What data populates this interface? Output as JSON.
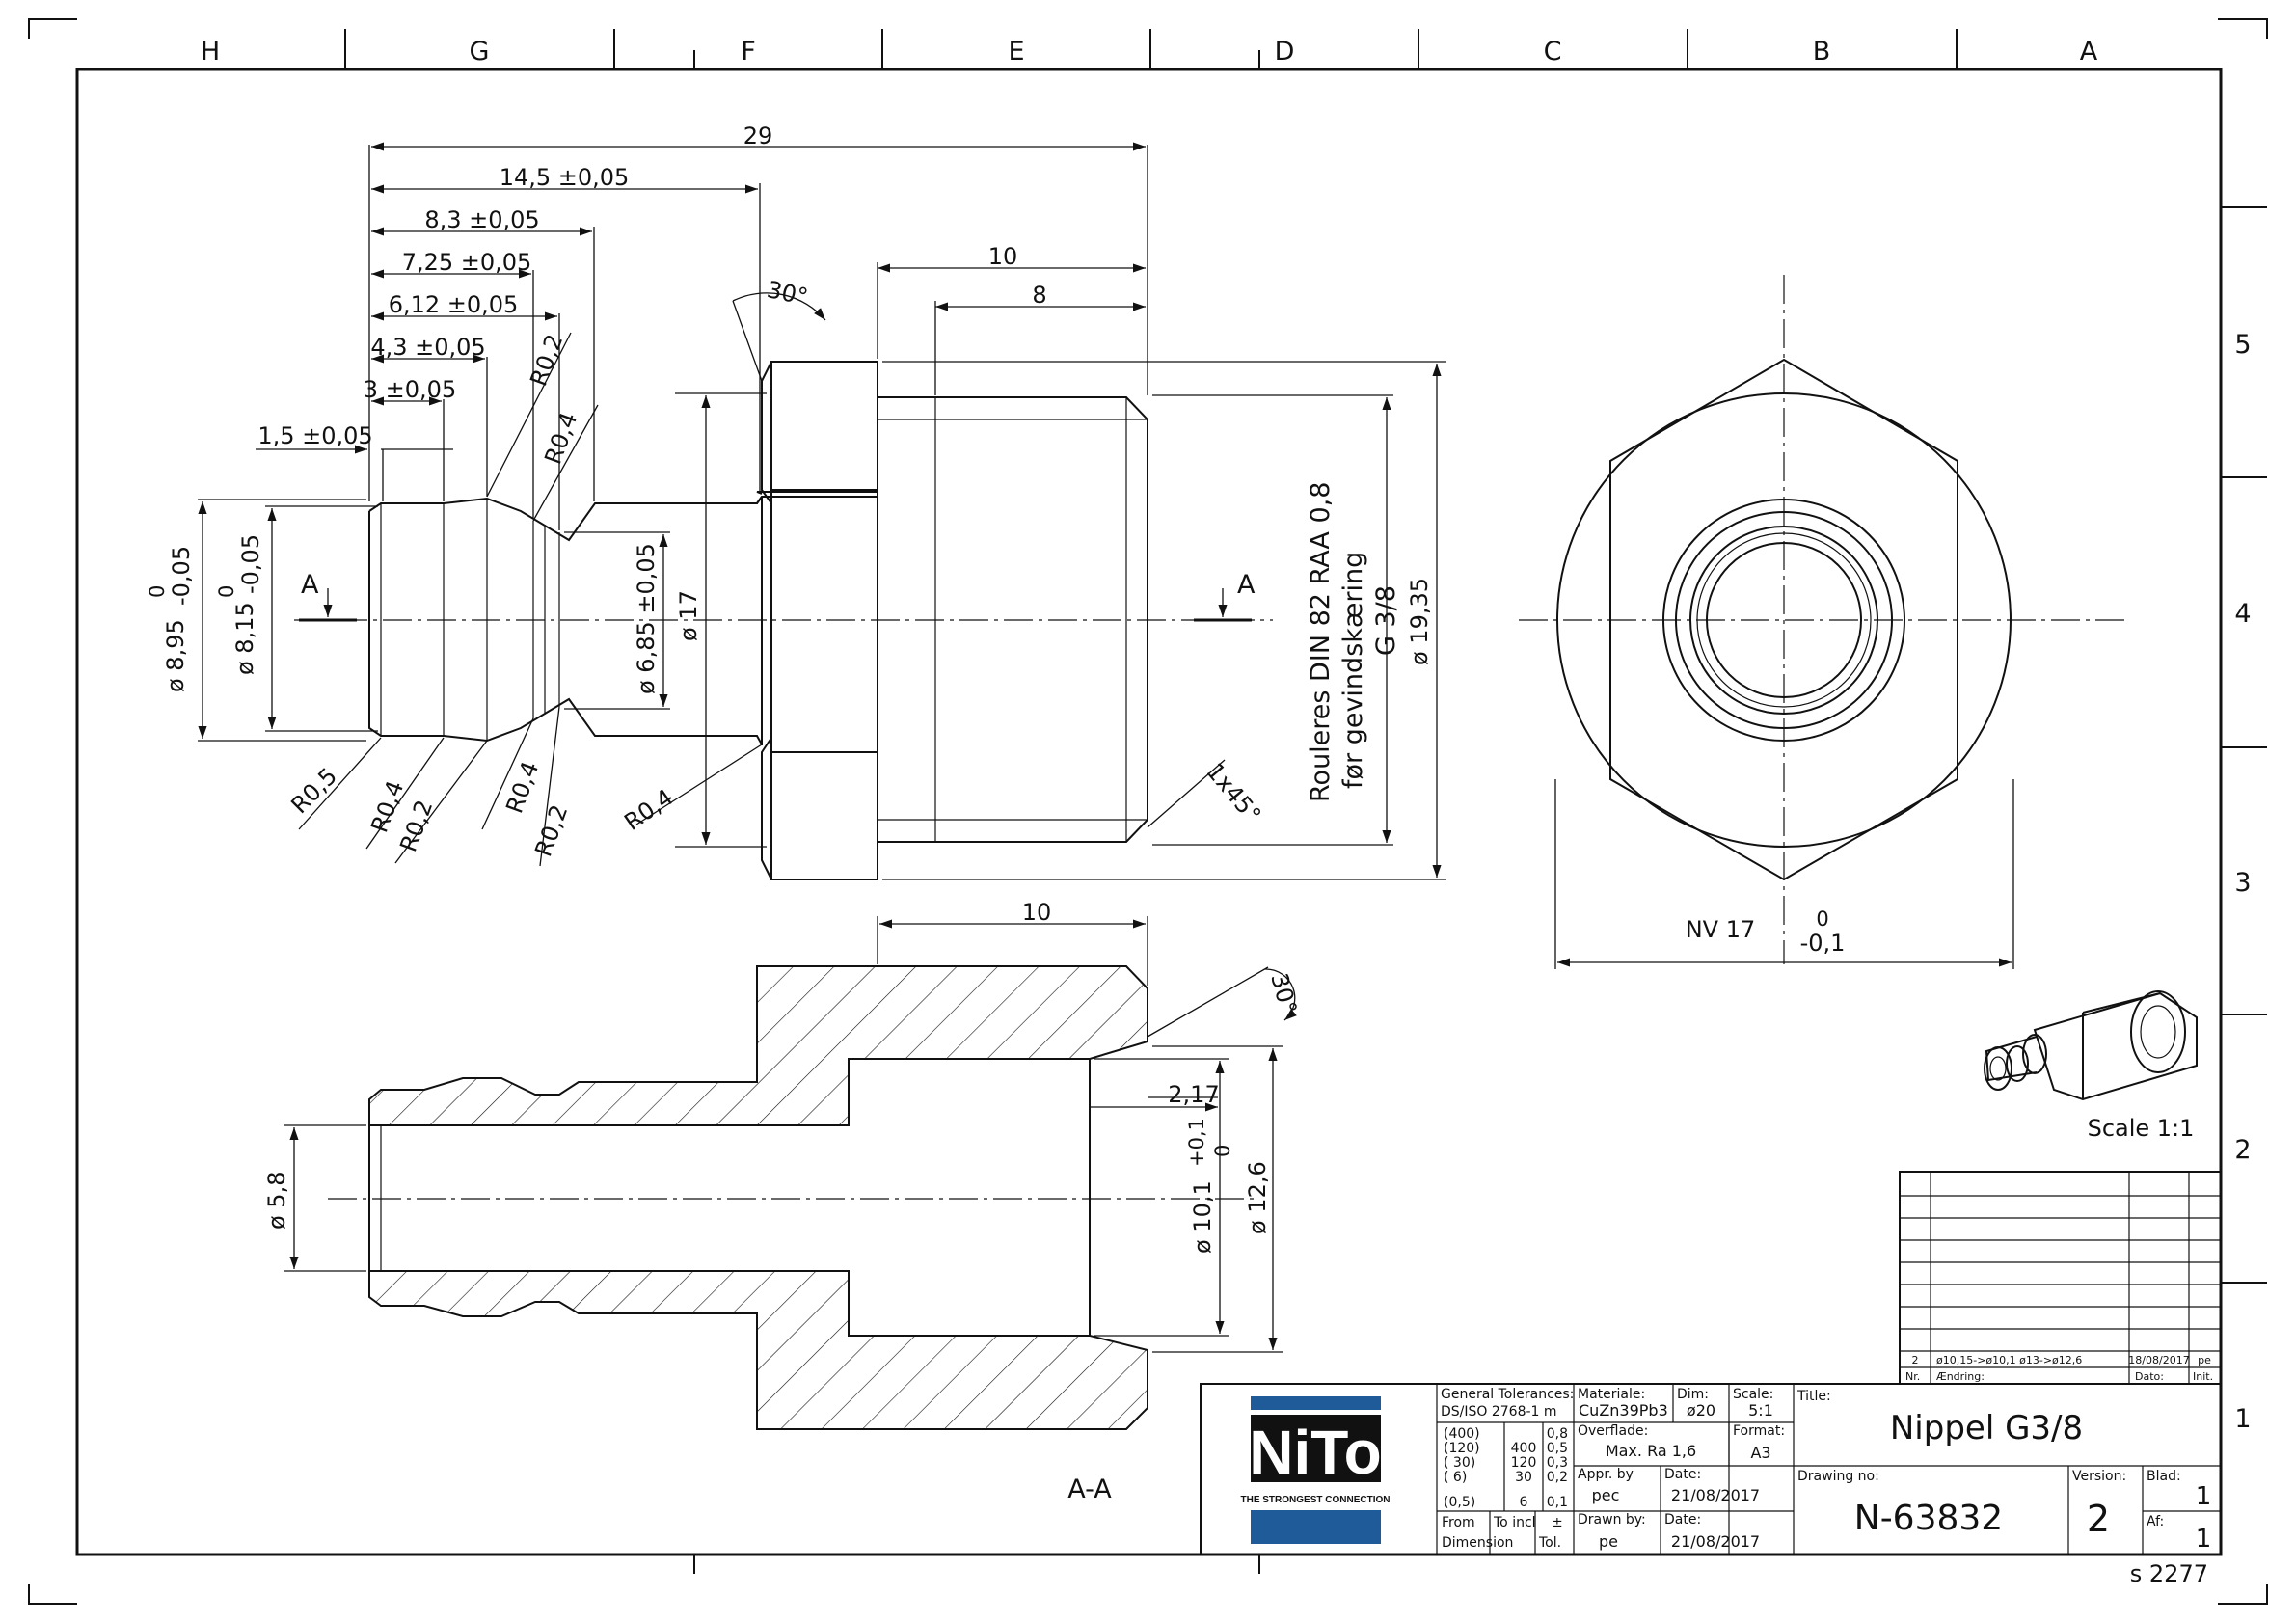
{
  "frame": {
    "columns": [
      "H",
      "G",
      "F",
      "E",
      "D",
      "C",
      "B",
      "A"
    ],
    "rows": [
      "5",
      "4",
      "3",
      "2",
      "1"
    ],
    "sheet_code": "s 2277"
  },
  "views": {
    "front": {
      "dims": {
        "overall": "29",
        "d14_5": "14,5 ±0,05",
        "d8_3": "8,3 ±0,05",
        "d7_25": "7,25 ±0,05",
        "d6_12": "6,12 ±0,05",
        "d4_3": "4,3 ±0,05",
        "d3": "3 ±0,05",
        "d1_5": "1,5 ±0,05",
        "thread_len": "10",
        "thread_inner": "8",
        "angle": "30°",
        "chamfer": "1x45°",
        "dia_8_95": "ø 8,95",
        "tol_8_95_upper": "0",
        "tol_8_95_lower": "-0,05",
        "dia_8_15": "ø 8,15",
        "tol_8_15_upper": "0",
        "tol_8_15_lower": "-0,05",
        "dia_6_85": "ø 6,85 ±0,05",
        "dia_17": "ø 17",
        "dia_19_35": "ø 19,35",
        "section_mark": "A"
      },
      "radii": [
        "R0,2",
        "R0,4",
        "R0,5",
        "R0,4",
        "R0,2",
        "R0,4",
        "R0,2",
        "R0,4"
      ],
      "note_lines": [
        "Rouleres DIN 82 RAA 0,8",
        "før gevindskæring",
        "G 3/8"
      ]
    },
    "end": {
      "nv": "NV 17",
      "nv_upper": "0",
      "nv_lower": "-0,1"
    },
    "section": {
      "label": "A-A",
      "dim_10": "10",
      "angle": "30°",
      "dim_2_17": "2,17",
      "dia_5_8": "ø 5,8",
      "dia_10_1": "ø 10,1",
      "tol_10_1_upper": "+0,1",
      "tol_10_1_lower": "0",
      "dia_12_6": "ø 12,6"
    },
    "iso": {
      "scale_label": "Scale 1:1"
    }
  },
  "revision": {
    "rows": [
      {
        "nr": "2",
        "change": "ø10,15->ø10,1  ø13->ø12,6",
        "date": "18/08/2017",
        "init": "pe"
      }
    ],
    "headers": {
      "nr": "Nr.",
      "change": "Ændring:",
      "date": "Dato:",
      "init": "Init."
    }
  },
  "title_block": {
    "logo_text": "NiTo",
    "logo_tagline": "THE STRONGEST CONNECTION",
    "brand_color": "#1f5b99",
    "general_tol_label": "General Tolerances:",
    "general_tol_std": "DS/ISO 2768-1 m",
    "tol_table": [
      [
        "(400)",
        "",
        "0,8"
      ],
      [
        "(120)",
        "400",
        "0,5"
      ],
      [
        "( 30)",
        "120",
        "0,3"
      ],
      [
        "(  6)",
        "30",
        "0,2"
      ],
      [
        "(0,5)",
        "6",
        "0,1"
      ]
    ],
    "from_label": "From",
    "to_label": "To incl",
    "pm_label": "±",
    "dimension_label": "Dimension",
    "tol_label": "Tol.",
    "material_label": "Materiale:",
    "material": "CuZn39Pb3",
    "dim_label": "Dim:",
    "dim": "ø20",
    "scale_label": "Scale:",
    "scale": "5:1",
    "surface_label": "Overflade:",
    "surface": "Max. Ra 1,6",
    "format_label": "Format:",
    "format": "A3",
    "appr_label": "Appr. by",
    "appr": "pec",
    "date_label": "Date:",
    "appr_date": "21/08/2017",
    "drawn_label": "Drawn by:",
    "drawn": "pe",
    "drawn_date": "21/08/2017",
    "title_label": "Title:",
    "title": "Nippel G3/8",
    "drawing_no_label": "Drawing no:",
    "drawing_no": "N-63832",
    "version_label": "Version:",
    "version": "2",
    "blad_label": "Blad:",
    "blad": "1",
    "af_label": "Af:",
    "af": "1"
  }
}
